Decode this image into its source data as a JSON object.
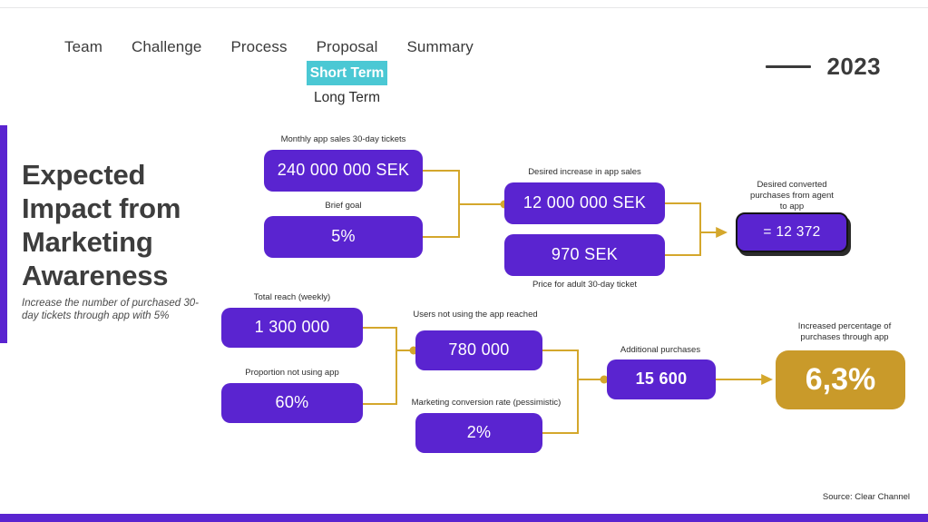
{
  "nav": {
    "items": [
      "Team",
      "Challenge",
      "Process",
      "Proposal",
      "Summary"
    ],
    "sub_items": [
      {
        "label": "Short Term",
        "active": true
      },
      {
        "label": "Long Term",
        "active": false
      }
    ]
  },
  "header": {
    "year": "2023",
    "dash_icon": "horizontal-rule-icon"
  },
  "headline": {
    "title": "Expected Impact from Marketing Awareness",
    "subtitle": "Increase the number of purchased 30-day tickets through app with 5%"
  },
  "flow": {
    "top_row": {
      "inputs": [
        {
          "caption": "Monthly app sales 30-day tickets",
          "value": "240 000 000 SEK"
        },
        {
          "caption": "Brief goal",
          "value": "5%"
        }
      ],
      "middle": [
        {
          "caption": "Desired increase in app sales",
          "value": "12 000 000 SEK"
        },
        {
          "caption": "Price for adult 30-day ticket",
          "value": "970 SEK"
        }
      ],
      "result": {
        "caption": "Desired converted\npurchases from agent\nto app",
        "value": "= 12 372"
      }
    },
    "bottom_row": {
      "inputs": [
        {
          "caption": "Total reach (weekly)",
          "value": "1 300 000"
        },
        {
          "caption": "Proportion not using app",
          "value": "60%"
        }
      ],
      "middle": [
        {
          "caption": "Users not using the app reached",
          "value": "780 000"
        },
        {
          "caption": "Marketing conversion rate (pessimistic)",
          "value": "2%"
        }
      ],
      "step": {
        "caption": "Additional purchases",
        "value": "15 600"
      },
      "result": {
        "caption": "Increased percentage of\npurchases through app",
        "value": "6,3%"
      }
    }
  },
  "footer": {
    "source": "Source: Clear Channel"
  },
  "colors": {
    "purple": "#5a24d0",
    "gold": "#c99a2a",
    "cyan_highlight": "#4bc8d4",
    "connector": "#d4a72c",
    "text_dark": "#3b3b3b"
  }
}
